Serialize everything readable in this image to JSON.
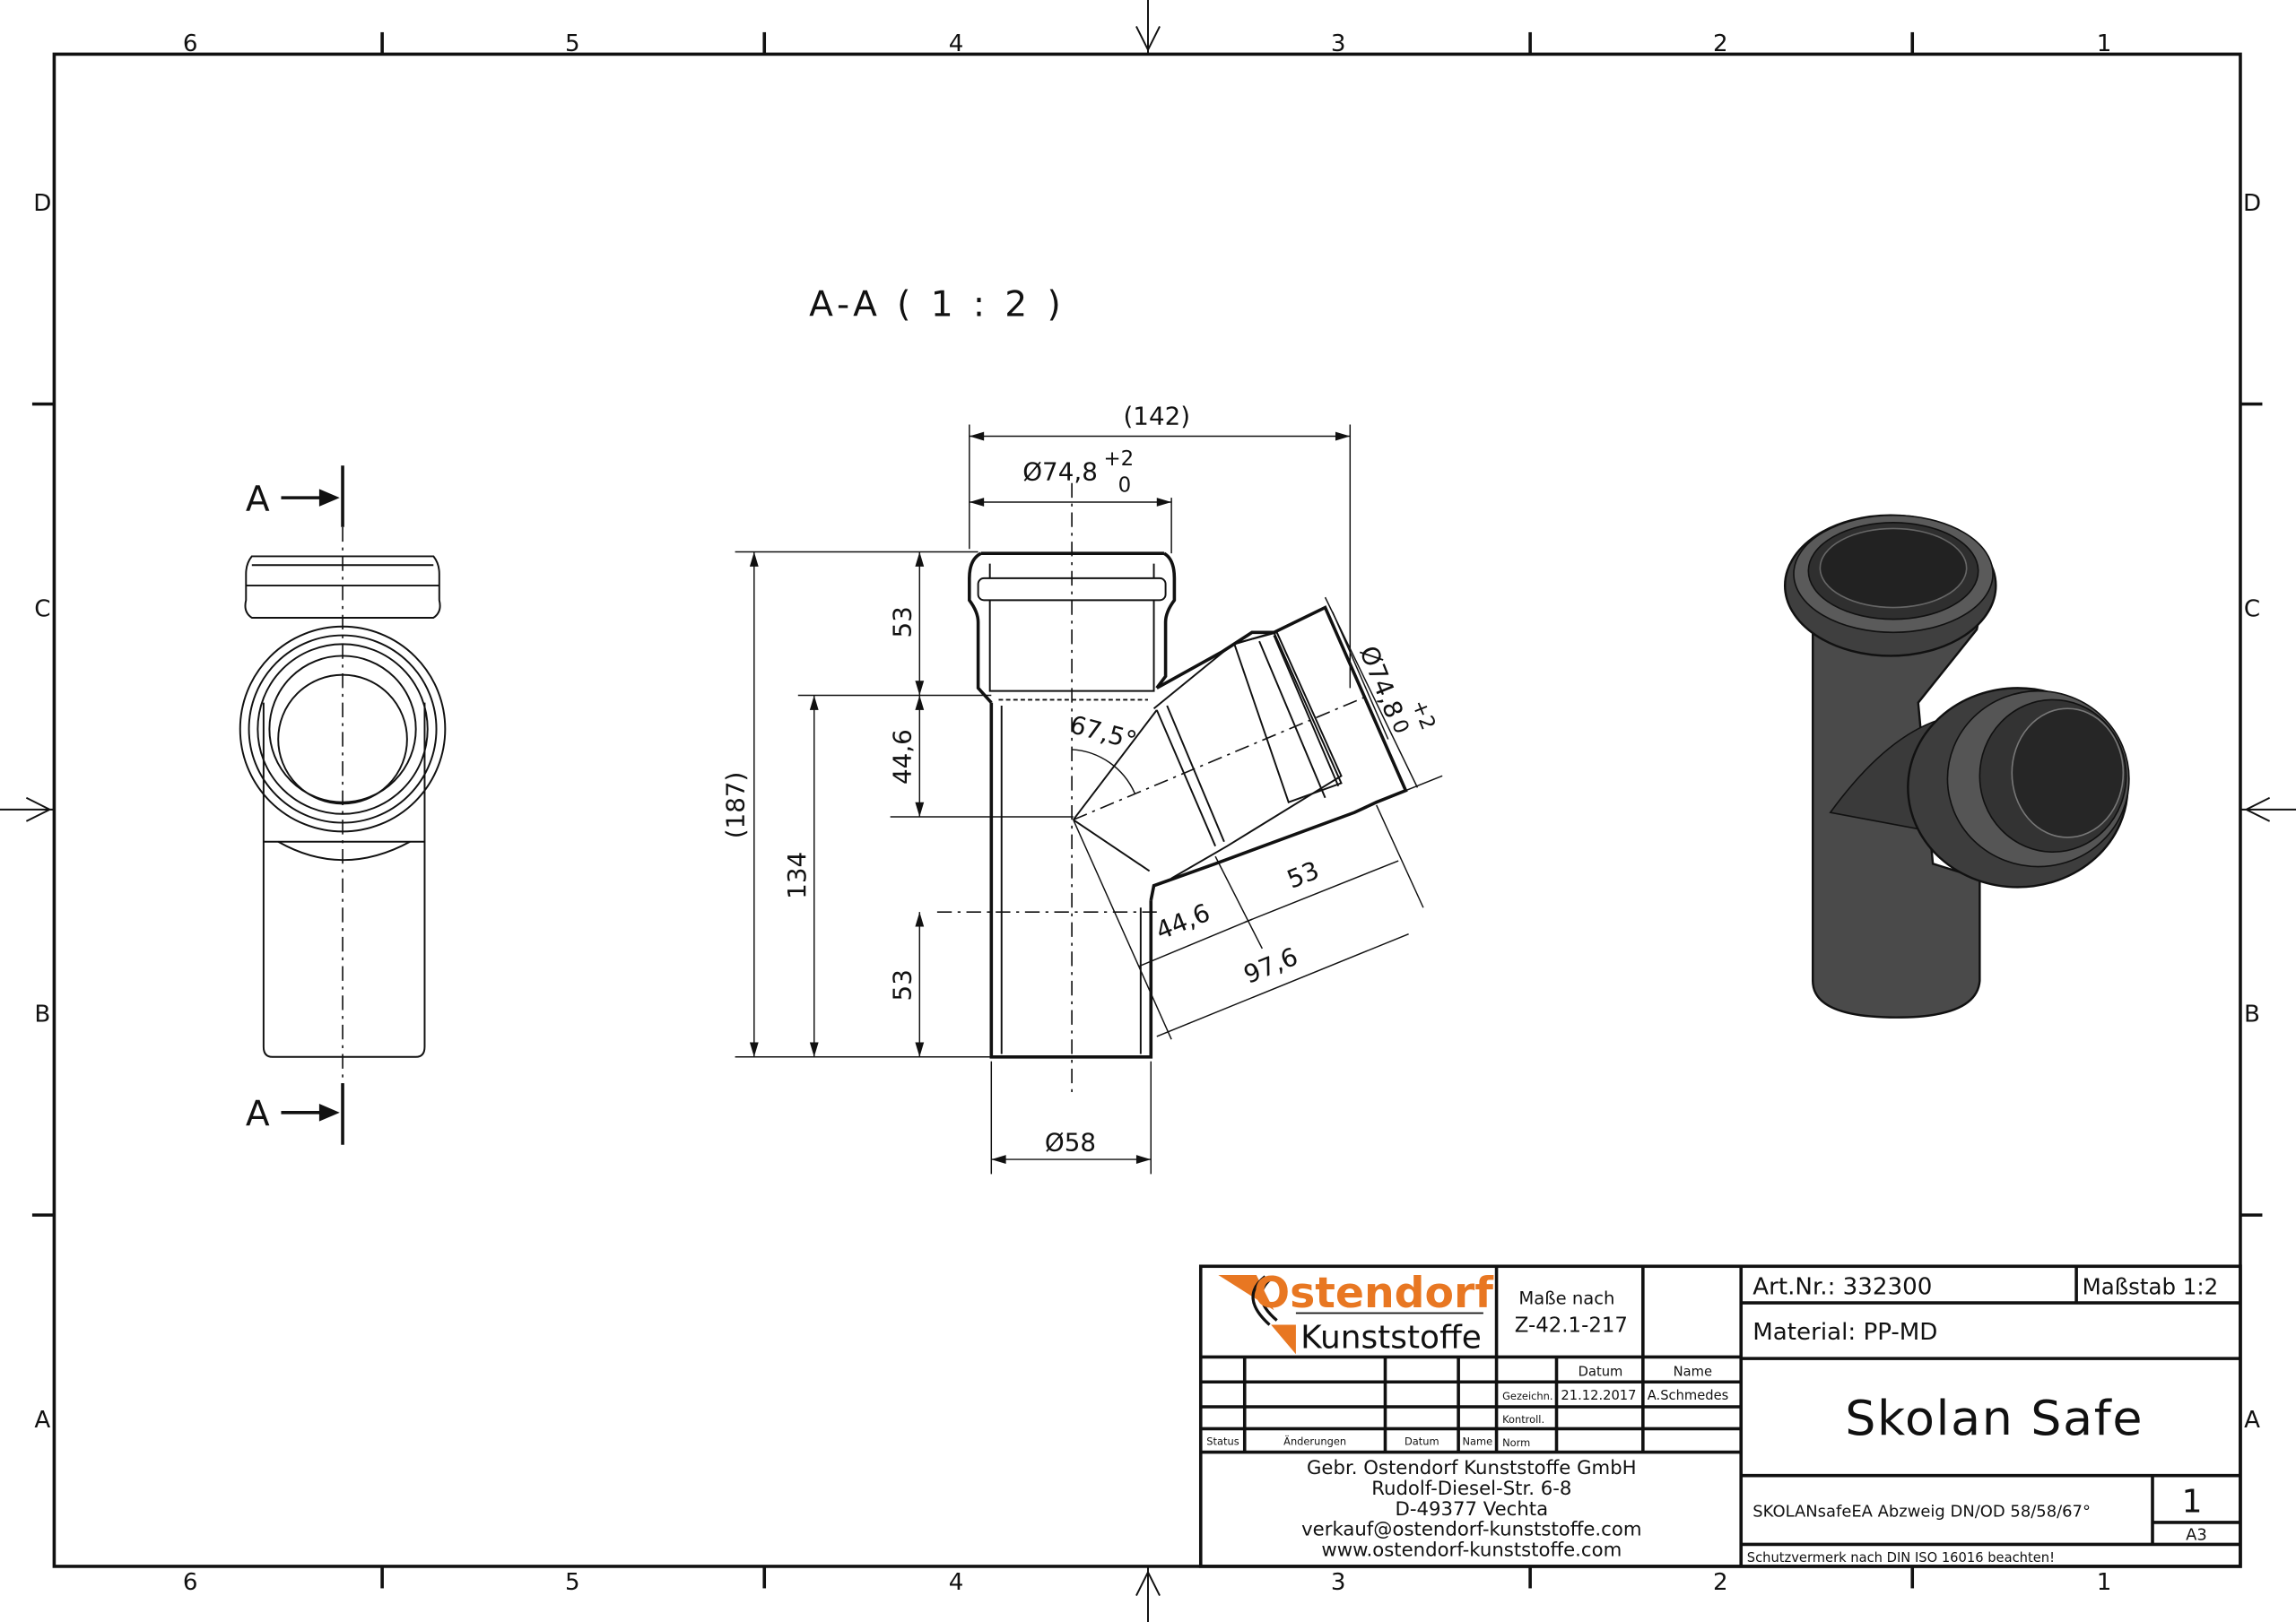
{
  "frame": {
    "columns": [
      "6",
      "5",
      "4",
      "3",
      "2",
      "1"
    ],
    "rows": [
      "D",
      "C",
      "B",
      "A"
    ]
  },
  "section": {
    "title": "A-A ( 1 : 2 )",
    "marker": "A",
    "dims": {
      "overall_width": "(142)",
      "socket_dia": "Ø74,8",
      "tol_plus": "+2",
      "tol_zero": "0",
      "overall_height": "(187)",
      "h134": "134",
      "h53_top": "53",
      "h44_6": "44,6",
      "h53_bottom": "53",
      "angle": "67,5°",
      "branch_53": "53",
      "branch_44_6": "44,6",
      "branch_97_6": "97,6",
      "branch_dia": "Ø74,8",
      "pipe_dia": "Ø58"
    }
  },
  "title_block": {
    "logo": {
      "line1": "Ostendorf",
      "line2": "Kunststoffe",
      "orange": "#e87722"
    },
    "norm_label": "Maße nach",
    "norm_value": "Z-42.1-217",
    "col_datum": "Datum",
    "col_name": "Name",
    "gezeichn": "Gezeichn.",
    "gezeichn_datum": "21.12.2017",
    "gezeichn_name": "A.Schmedes",
    "kontroll": "Kontroll.",
    "norm": "Norm",
    "status": "Status",
    "aenderungen": "Änderungen",
    "datum": "Datum",
    "name": "Name",
    "address": [
      "Gebr. Ostendorf Kunststoffe GmbH",
      "Rudolf-Diesel-Str. 6-8",
      "D-49377 Vechta",
      "verkauf@ostendorf-kunststoffe.com",
      "www.ostendorf-kunststoffe.com"
    ],
    "art_nr": "Art.Nr.: 332300",
    "scale": "Maßstab 1:2",
    "material": "Material: PP-MD",
    "product": "Skolan Safe",
    "description": "SKOLANsafeEA Abzweig DN/OD 58/58/67°",
    "sheet": "1",
    "format": "A3",
    "protection": "Schutzvermerk nach DIN ISO 16016 beachten!"
  }
}
